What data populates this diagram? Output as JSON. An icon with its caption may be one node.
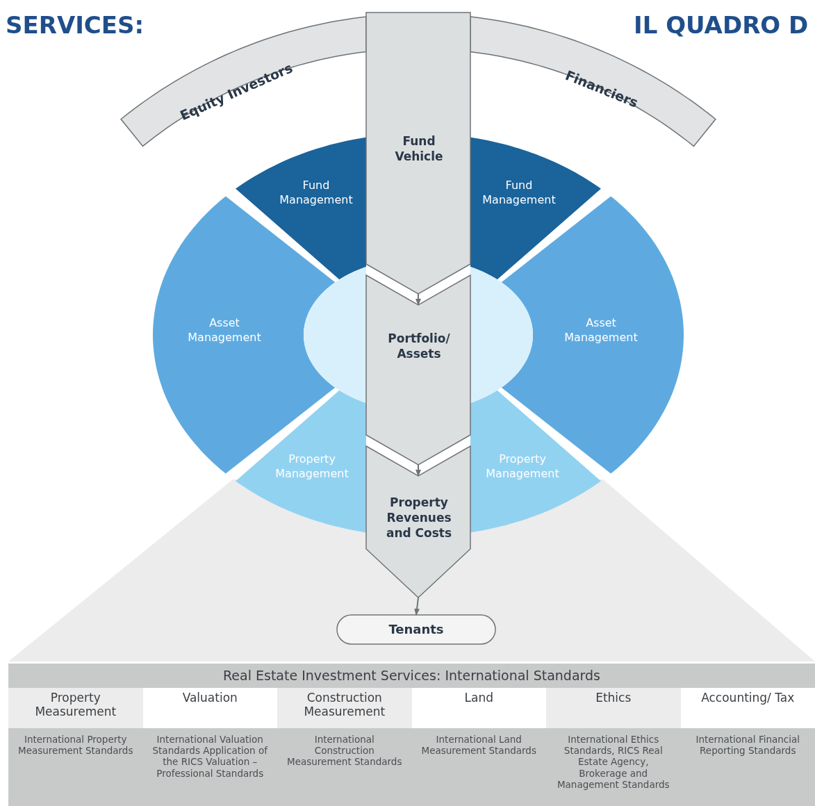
{
  "diagram": {
    "nodes": [
      {
        "text": [
          "Equity Investors"
        ]
      },
      {
        "text": [
          "Financiers"
        ]
      },
      {
        "text": [
          "Fund Vehicle"
        ]
      },
      {
        "text": [
          "Fund Management"
        ]
      },
      {
        "text": [
          "Fund Management"
        ]
      },
      {
        "text": [
          "Asset Management"
        ]
      },
      {
        "text": [
          "Asset Management"
        ]
      },
      {
        "text": [
          "Portfolio/ Assets"
        ]
      },
      {
        "text": [
          "Property Management"
        ]
      },
      {
        "text": [
          "Property Management"
        ]
      },
      {
        "text": [
          "Property Revenues and Costs"
        ]
      },
      {
        "text": [
          "Tenants"
        ]
      }
    ],
    "edges": [
      {
        "from": 2,
        "to": 7,
        "arrow": "to"
      },
      {
        "from": 7,
        "to": 10,
        "arrow": "to"
      },
      {
        "from": 10,
        "to": 11,
        "arrow": "to"
      }
    ],
    "labels": [
      "SERVICES:",
      "IL QUADRO D",
      "Real Estate Investment Services: International Standards",
      "Property Measurement",
      "Valuation",
      "Construction Measurement",
      "Land",
      "Ethics",
      "Accounting/ Tax",
      "International Property Measurement Standards",
      "International Valuation Standards Application of the RICS Valuation – Professional Standards",
      "International Construction Measurement Standards",
      "International Land Measurement Standards",
      "International Ethics Standards, RICS Real Estate Agency, Brokerage and Management Standards",
      "International Financial Reporting Standards"
    ]
  }
}
